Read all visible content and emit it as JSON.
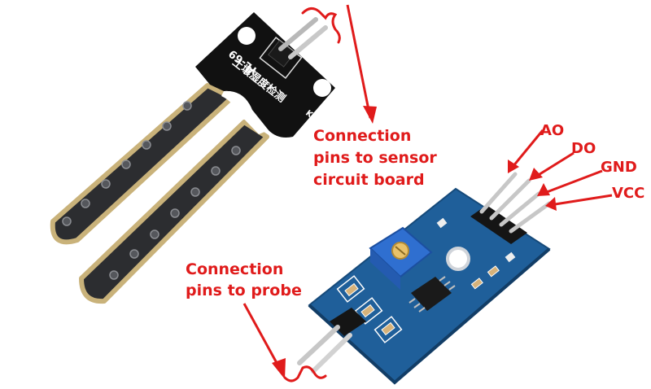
{
  "probe": {
    "model": "YL-69",
    "chinese_text": "土壤湿度检测"
  },
  "labels": {
    "sensor_pins_line1": "Connection",
    "sensor_pins_line2": "pins to sensor",
    "sensor_pins_line3": "circuit board",
    "probe_pins_line1": "Connection",
    "probe_pins_line2": "pins to probe",
    "pin_ao": "AO",
    "pin_do": "DO",
    "pin_gnd": "GND",
    "pin_vcc": "VCC"
  },
  "colors": {
    "label_red": "#e01b1b",
    "board_blue": "#1f5f9a",
    "probe_black": "#111111",
    "potentiometer_blue": "#2f6fd0"
  }
}
